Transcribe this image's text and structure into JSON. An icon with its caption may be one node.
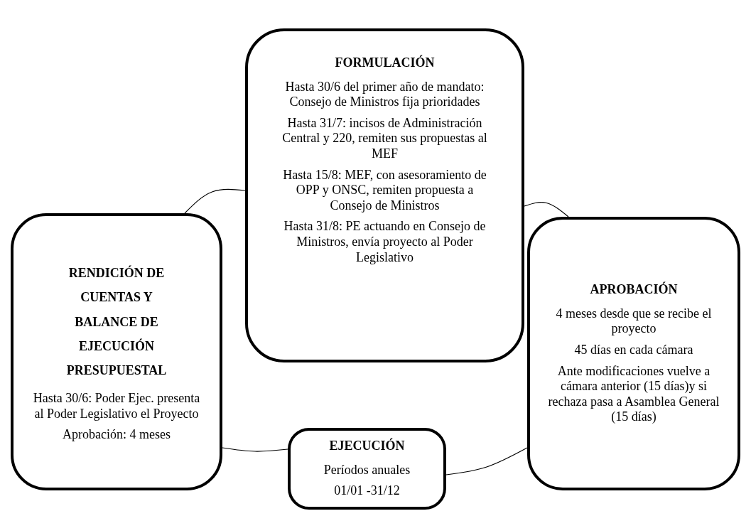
{
  "diagram": {
    "nodes": [
      {
        "text": [
          "FORMULACIÓN",
          "Hasta 30/6 del primer año de mandato: Consejo de Ministros fija prioridades",
          "Hasta 31/7: incisos de Administración Central y 220, remiten sus propuestas al MEF",
          "Hasta 15/8: MEF, con asesoramiento de OPP y ONSC, remiten propuesta a Consejo de Ministros",
          "Hasta 31/8: PE actuando en Consejo de Ministros, envía proyecto al Poder Legislativo"
        ]
      },
      {
        "text": [
          "APROBACIÓN",
          "4 meses desde que se recibe el proyecto",
          "45 días en cada cámara",
          "Ante modificaciones vuelve a cámara anterior (15 días)y si rechaza pasa a Asamblea General (15 días)"
        ]
      },
      {
        "text": [
          "EJECUCIÓN",
          "Períodos anuales",
          "01/01 -31/12"
        ]
      },
      {
        "text": [
          "RENDICIÓN DE CUENTAS Y BALANCE DE EJECUCIÓN PRESUPUESTAL",
          "Hasta 30/6: Poder Ejec. presenta al Poder Legislativo el Proyecto",
          "Aprobación: 4 meses"
        ]
      }
    ],
    "edges": [
      {
        "from": 0,
        "to": 1,
        "arrow": "none"
      },
      {
        "from": 1,
        "to": 2,
        "arrow": "none"
      },
      {
        "from": 2,
        "to": 3,
        "arrow": "none"
      },
      {
        "from": 3,
        "to": 0,
        "arrow": "none"
      }
    ]
  }
}
